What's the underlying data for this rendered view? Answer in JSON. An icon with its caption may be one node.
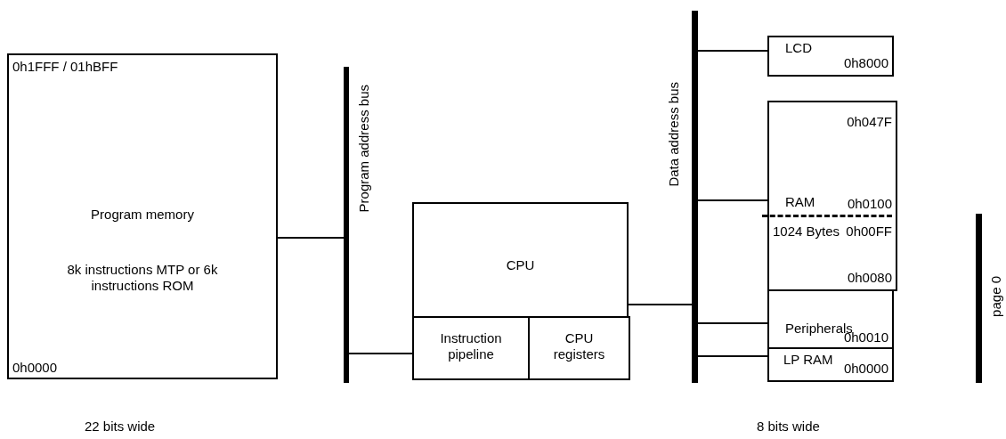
{
  "diagram": {
    "nodes": [
      {
        "text": [
          "0h1FFF / 01hBFF",
          "Program memory",
          "8k instructions MTP or 6k instructions ROM",
          "0h0000"
        ]
      },
      {
        "text": [
          "Program address bus"
        ]
      },
      {
        "text": [
          "CPU"
        ]
      },
      {
        "text": [
          "Instruction pipeline"
        ],
        "in": 2
      },
      {
        "text": [
          "CPU registers"
        ],
        "in": 2
      },
      {
        "text": [
          "Data address bus"
        ]
      },
      {
        "text": [
          "LCD",
          "0h8000"
        ]
      },
      {
        "text": [
          "0h047F",
          "RAM",
          "0h0100",
          "1024 Bytes",
          "0h00FF",
          "0h0080"
        ]
      },
      {
        "text": [
          "Peripherals",
          "0h0010"
        ]
      },
      {
        "text": [
          "LP RAM",
          "0h0000"
        ]
      },
      {
        "text": [
          "page 0"
        ]
      }
    ],
    "edges": [
      {
        "from": 0,
        "to": 1,
        "arrow": "none"
      },
      {
        "from": 1,
        "to": 3,
        "arrow": "none"
      },
      {
        "from": 2,
        "to": 5,
        "arrow": "none"
      },
      {
        "from": 5,
        "to": 6,
        "arrow": "none"
      },
      {
        "from": 5,
        "to": 7,
        "arrow": "none"
      },
      {
        "from": 5,
        "to": 8,
        "arrow": "none"
      },
      {
        "from": 5,
        "to": 9,
        "arrow": "none"
      }
    ],
    "labels": [
      "22 bits wide",
      "8 bits wide"
    ]
  }
}
